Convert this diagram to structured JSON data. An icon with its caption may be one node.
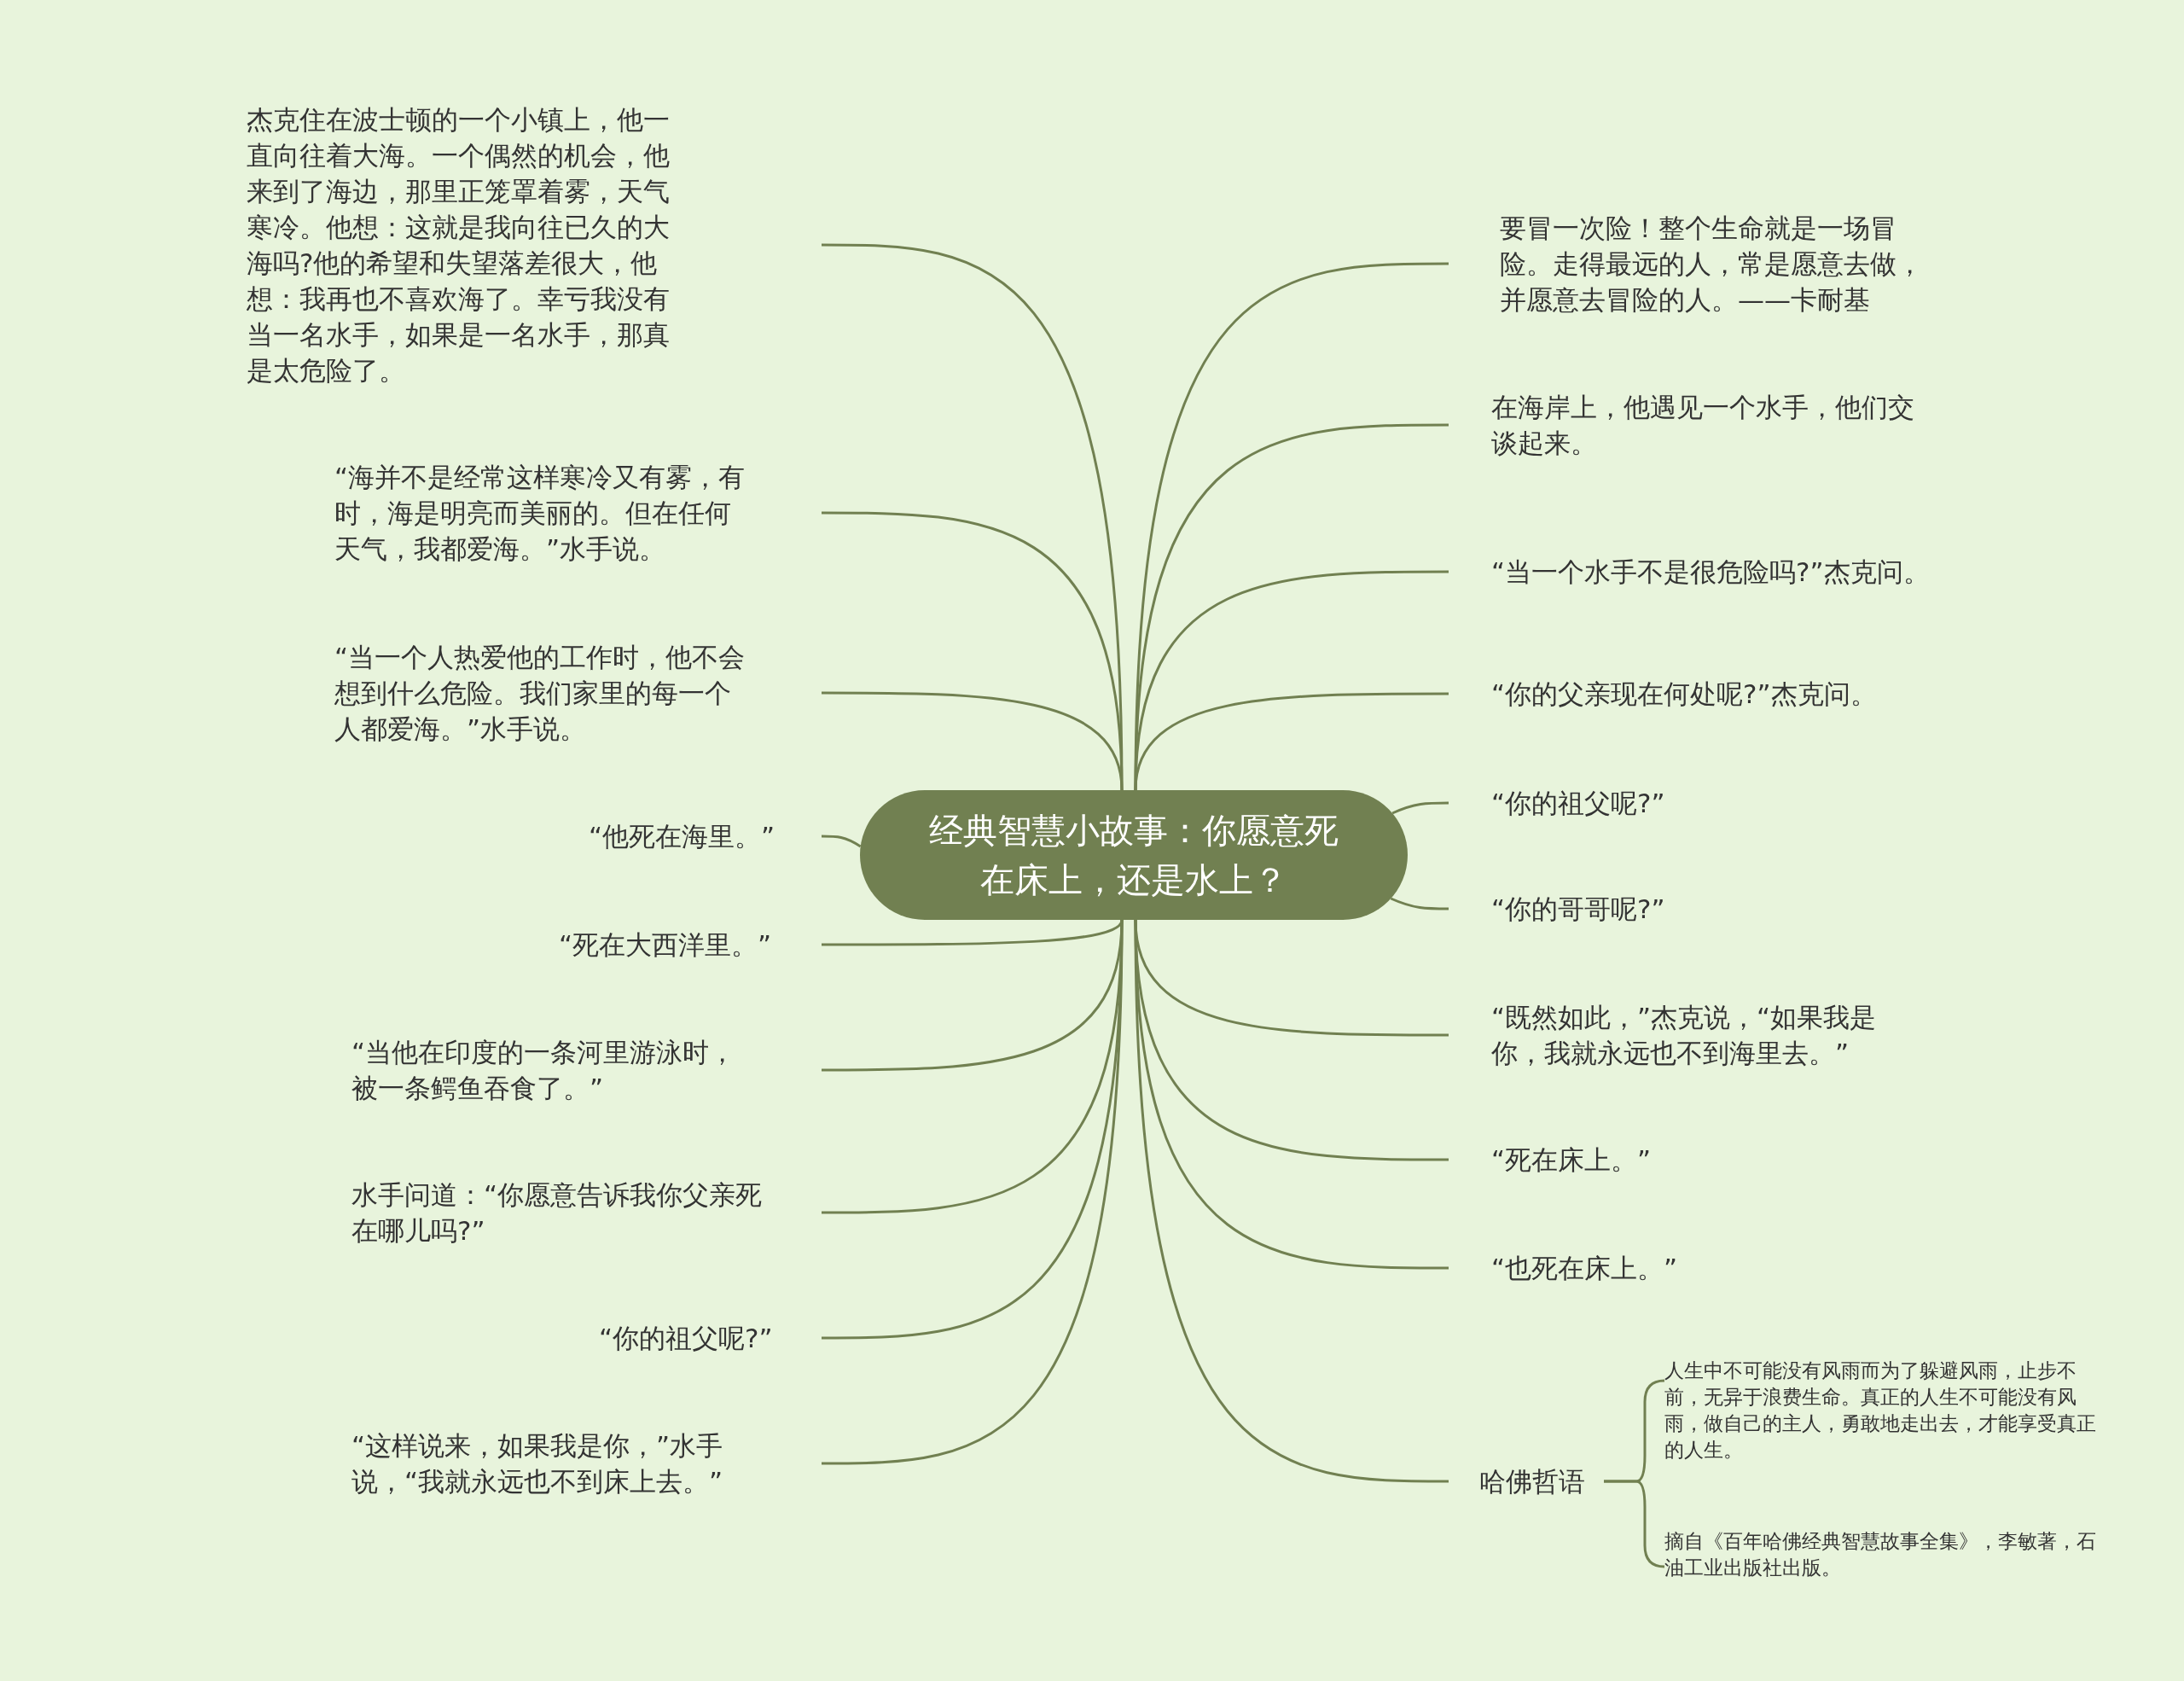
{
  "diagram": {
    "nodes": [
      {
        "text": [
          "经典智慧小故事：你愿意死在床上，还是水上？"
        ]
      },
      {
        "text": [
          "杰克住在波士顿的一个小镇上，他一直向往着大海。一个偶然的机会，他来到了海边，那里正笼罩着雾，天气寒冷。他想：这就是我向往已久的大海吗?他的希望和失望落差很大，他想：我再也不喜欢海了。幸亏我没有当一名水手，如果是一名水手，那真是太危险了。"
        ]
      },
      {
        "text": [
          "“海并不是经常这样寒冷又有雾，有时，海是明亮而美丽的。但在任何天气，我都爱海。”水手说。"
        ]
      },
      {
        "text": [
          "“当一个人热爱他的工作时，他不会想到什么危险。我们家里的每一个人都爱海。”水手说。"
        ]
      },
      {
        "text": [
          "“他死在海里。”"
        ]
      },
      {
        "text": [
          "“死在大西洋里。”"
        ]
      },
      {
        "text": [
          "“当他在印度的一条河里游泳时，被一条鳄鱼吞食了。”"
        ]
      },
      {
        "text": [
          "水手问道：“你愿意告诉我你父亲死在哪儿吗?”"
        ]
      },
      {
        "text": [
          "“你的祖父呢?”"
        ]
      },
      {
        "text": [
          "“这样说来，如果我是你，”水手说，“我就永远也不到床上去。”"
        ]
      },
      {
        "text": [
          "要冒一次险！整个生命就是一场冒险。走得最远的人，常是愿意去做，并愿意去冒险的人。——卡耐基"
        ]
      },
      {
        "text": [
          "在海岸上，他遇见一个水手，他们交谈起来。"
        ]
      },
      {
        "text": [
          "“当一个水手不是很危险吗?”杰克问。"
        ]
      },
      {
        "text": [
          "“你的父亲现在何处呢?”杰克问。"
        ]
      },
      {
        "text": [
          "“你的祖父呢?”"
        ]
      },
      {
        "text": [
          "“你的哥哥呢?”"
        ]
      },
      {
        "text": [
          "“既然如此，”杰克说，“如果我是你，我就永远也不到海里去。”"
        ]
      },
      {
        "text": [
          "“死在床上。”"
        ]
      },
      {
        "text": [
          "“也死在床上。”"
        ]
      },
      {
        "text": [
          "哈佛哲语"
        ]
      },
      {
        "text": [
          "人生中不可能没有风雨而为了躲避风雨，止步不前，无异于浪费生命。真正的人生不可能没有风雨，做自己的主人，勇敢地走出去，才能享受真正的人生。"
        ]
      },
      {
        "text": [
          "摘自《百年哈佛经典智慧故事全集》，李敏著，石油工业出版社出版。"
        ]
      }
    ],
    "edges": [
      {
        "from": 0,
        "to": 1,
        "arrow": "none"
      },
      {
        "from": 0,
        "to": 2,
        "arrow": "none"
      },
      {
        "from": 0,
        "to": 3,
        "arrow": "none"
      },
      {
        "from": 0,
        "to": 4,
        "arrow": "none"
      },
      {
        "from": 0,
        "to": 5,
        "arrow": "none"
      },
      {
        "from": 0,
        "to": 6,
        "arrow": "none"
      },
      {
        "from": 0,
        "to": 7,
        "arrow": "none"
      },
      {
        "from": 0,
        "to": 8,
        "arrow": "none"
      },
      {
        "from": 0,
        "to": 9,
        "arrow": "none"
      },
      {
        "from": 0,
        "to": 10,
        "arrow": "none"
      },
      {
        "from": 0,
        "to": 11,
        "arrow": "none"
      },
      {
        "from": 0,
        "to": 12,
        "arrow": "none"
      },
      {
        "from": 0,
        "to": 13,
        "arrow": "none"
      },
      {
        "from": 0,
        "to": 14,
        "arrow": "none"
      },
      {
        "from": 0,
        "to": 15,
        "arrow": "none"
      },
      {
        "from": 0,
        "to": 16,
        "arrow": "none"
      },
      {
        "from": 0,
        "to": 17,
        "arrow": "none"
      },
      {
        "from": 0,
        "to": 18,
        "arrow": "none"
      },
      {
        "from": 0,
        "to": 19,
        "arrow": "none"
      },
      {
        "from": 19,
        "to": 20,
        "arrow": "none"
      },
      {
        "from": 19,
        "to": 21,
        "arrow": "none"
      }
    ]
  }
}
